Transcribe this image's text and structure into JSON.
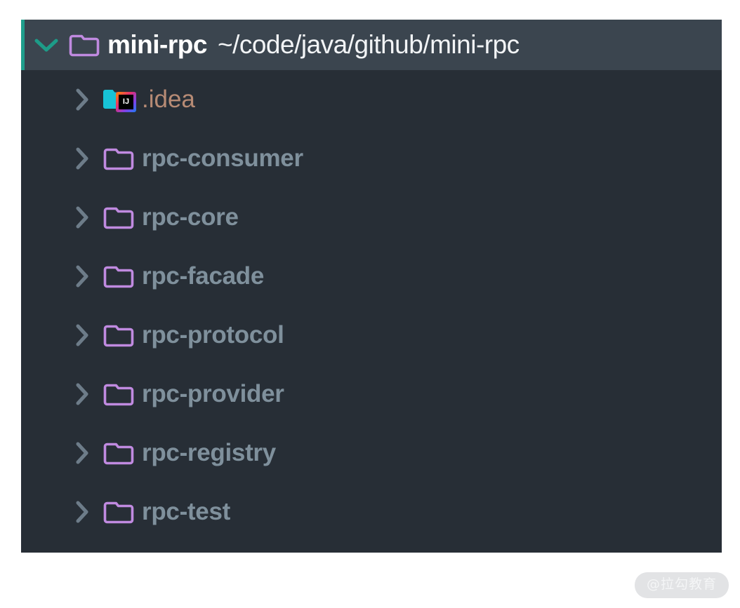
{
  "panel": {
    "name": "project-tool-window",
    "background_color": "#272e36",
    "header_background_color": "#3b454f",
    "accent_color": "#1f9e8c"
  },
  "root": {
    "chevron_icon": "chevron-down-icon",
    "folder_icon": "folder-icon",
    "name": "mini-rpc",
    "path": "~/code/java/github/mini-rpc",
    "expanded": true,
    "selected": true,
    "name_color": "#ffffff",
    "path_color": "#f2f4f6"
  },
  "children": [
    {
      "label": ".idea",
      "icon": "idea-folder-icon",
      "badge_text": "IJ",
      "chevron_icon": "chevron-right-icon",
      "expanded": false,
      "label_color": "#b78b75"
    },
    {
      "label": "rpc-consumer",
      "icon": "folder-icon",
      "chevron_icon": "chevron-right-icon",
      "expanded": false,
      "label_color": "#7f909c"
    },
    {
      "label": "rpc-core",
      "icon": "folder-icon",
      "chevron_icon": "chevron-right-icon",
      "expanded": false,
      "label_color": "#7f909c"
    },
    {
      "label": "rpc-facade",
      "icon": "folder-icon",
      "chevron_icon": "chevron-right-icon",
      "expanded": false,
      "label_color": "#7f909c"
    },
    {
      "label": "rpc-protocol",
      "icon": "folder-icon",
      "chevron_icon": "chevron-right-icon",
      "expanded": false,
      "label_color": "#7f909c"
    },
    {
      "label": "rpc-provider",
      "icon": "folder-icon",
      "chevron_icon": "chevron-right-icon",
      "expanded": false,
      "label_color": "#7f909c"
    },
    {
      "label": "rpc-registry",
      "icon": "folder-icon",
      "chevron_icon": "chevron-right-icon",
      "expanded": false,
      "label_color": "#7f909c"
    },
    {
      "label": "rpc-test",
      "icon": "folder-icon",
      "chevron_icon": "chevron-right-icon",
      "expanded": false,
      "label_color": "#7f909c"
    }
  ],
  "watermark": {
    "text": "@拉勾教育"
  }
}
